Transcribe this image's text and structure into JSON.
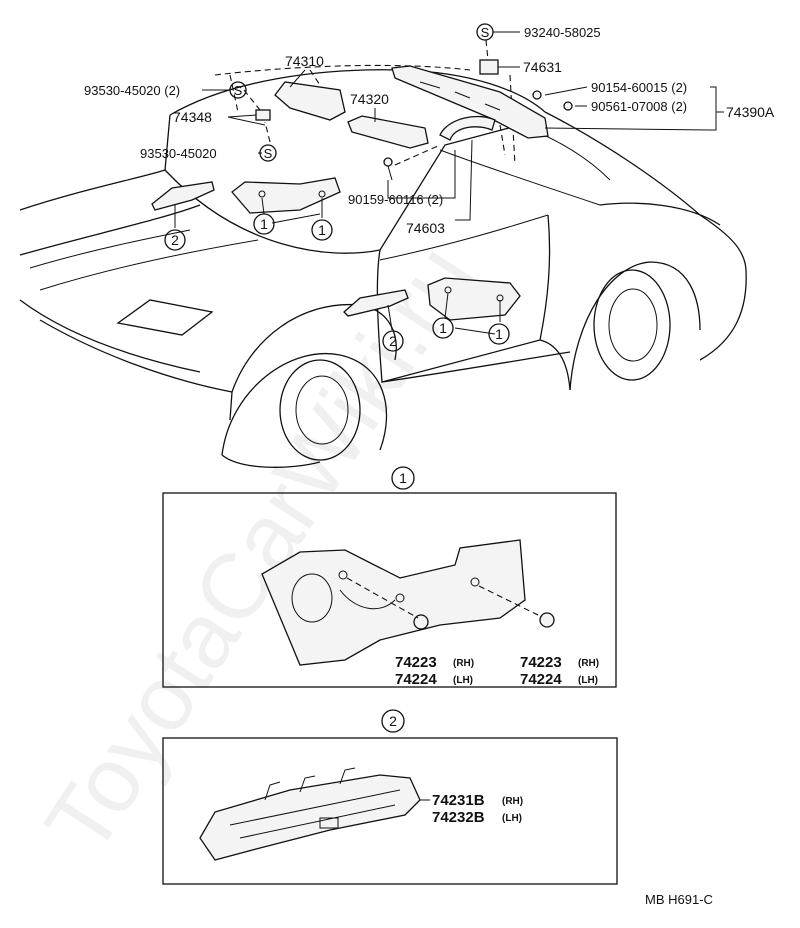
{
  "watermark": "ToyotaCarWiki.ru",
  "upper_labels": {
    "p74310": "74310",
    "p74320": "74320",
    "p74348": "74348",
    "p74631": "74631",
    "p74603": "74603",
    "p74390a": "74390A",
    "screw_93530_top": "93530-45020 (2)",
    "screw_93530_mid": "93530-45020",
    "screw_93240": "93240-58025",
    "screw_90154": "90154-60015 (2)",
    "screw_90561": "90561-07008 (2)",
    "screw_90159": "90159-60116 (2)",
    "s_symbol": "S",
    "callout_1": "1",
    "callout_2": "2"
  },
  "detail_1": {
    "marker": "1",
    "left_lines": [
      "74223",
      "74224"
    ],
    "left_sides": [
      "(RH)",
      "(LH)"
    ],
    "right_lines": [
      "74223",
      "74224"
    ],
    "right_sides": [
      "(RH)",
      "(LH)"
    ]
  },
  "detail_2": {
    "marker": "2",
    "lines": [
      "74231B",
      "74232B"
    ],
    "sides": [
      "(RH)",
      "(LH)"
    ]
  },
  "footer_code": "MB  H691-C"
}
